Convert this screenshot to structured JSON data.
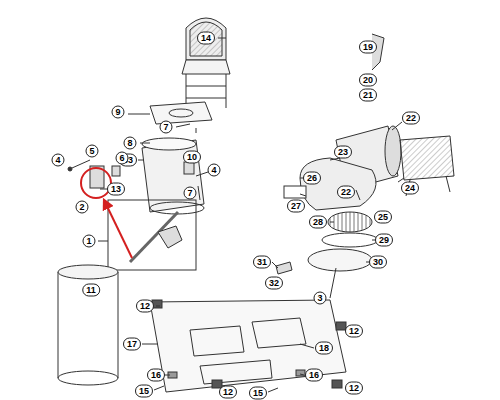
{
  "diagram": {
    "labels": [
      "14",
      "19",
      "20",
      "21",
      "9",
      "7",
      "8",
      "33",
      "10",
      "4",
      "5",
      "6",
      "4",
      "13",
      "7",
      "2",
      "22",
      "23",
      "22",
      "26",
      "24",
      "27",
      "25",
      "28",
      "29",
      "30",
      "1",
      "31",
      "32",
      "3",
      "11",
      "12",
      "12",
      "17",
      "18",
      "16",
      "12",
      "16",
      "12",
      "15",
      "15"
    ]
  }
}
